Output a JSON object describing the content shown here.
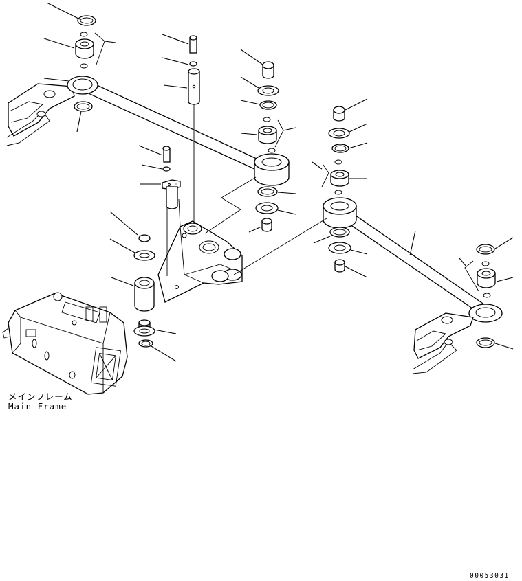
{
  "labels": {
    "main_frame_jp": "メインフレーム",
    "main_frame_en": "Main Frame"
  },
  "document_id": "00053031"
}
